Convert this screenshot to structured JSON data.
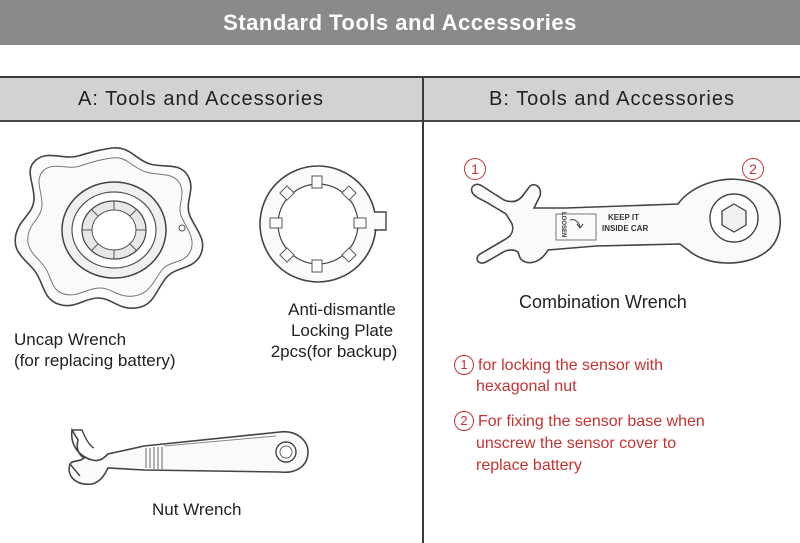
{
  "banner": {
    "title": "Standard Tools and Accessories"
  },
  "panel_a": {
    "title": "A: Tools and Accessories",
    "uncap_wrench": {
      "line1": "Uncap Wrench",
      "line2": "(for replacing battery)"
    },
    "locking_plate": {
      "line1": "Anti-dismantle",
      "line2": "Locking Plate",
      "line3": "2pcs(for backup)"
    },
    "nut_wrench": {
      "label": "Nut Wrench"
    }
  },
  "panel_b": {
    "title": "B: Tools and Accessories",
    "marker1": "1",
    "marker2": "2",
    "wrench_text1": "KEEP IT",
    "wrench_text2": "INSIDE CAR",
    "wrench_text3": "LOOSEN",
    "combination_label": "Combination Wrench",
    "note1": {
      "num": "1",
      "line1": "for locking the sensor with",
      "line2": "hexagonal nut"
    },
    "note2": {
      "num": "2",
      "line1": "For fixing the sensor base when",
      "line2": "unscrew the sensor cover to",
      "line3": "replace battery"
    }
  },
  "colors": {
    "banner": "#8a8a8a",
    "header": "#d2d2d2",
    "accent_red": "#c83232"
  }
}
